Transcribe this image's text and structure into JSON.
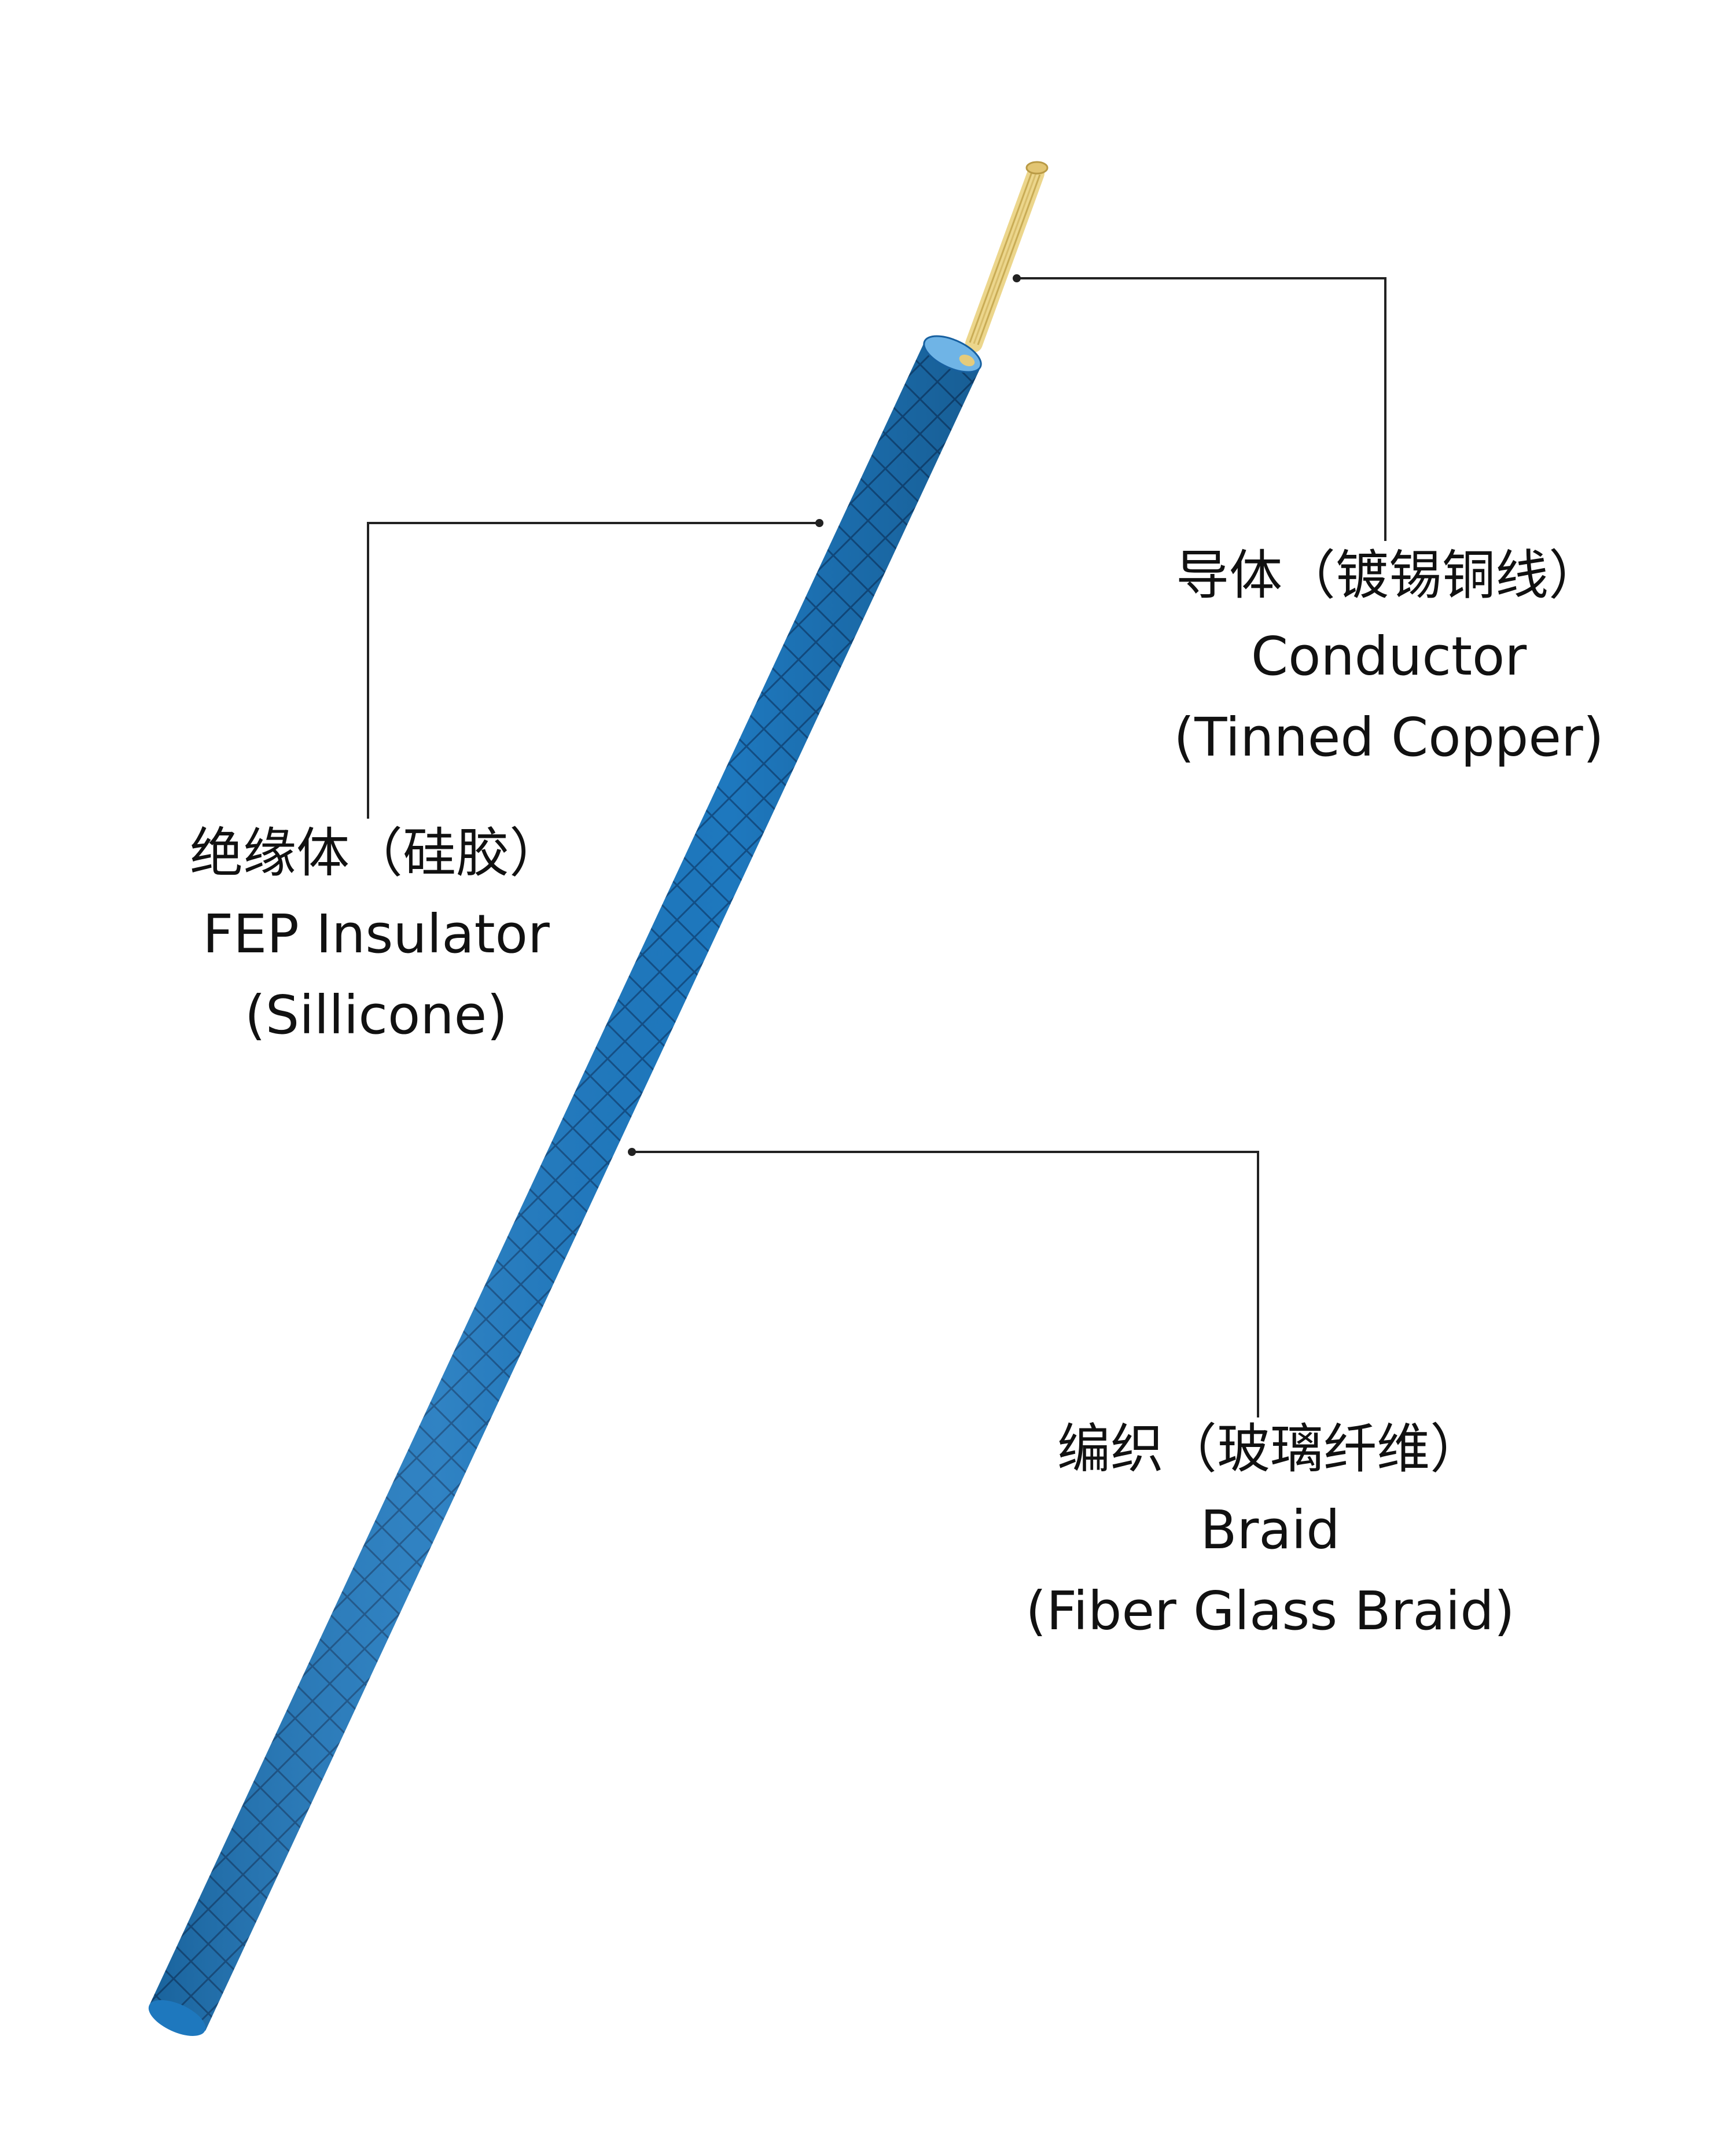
{
  "colors": {
    "jacket": "#1e78be",
    "jacket_edge": "#1760a0",
    "braid_pattern": "#0d3f72",
    "insulator_face": "#6fb4e6",
    "conductor": "#ecd68c",
    "conductor_strand": "#c9ac55",
    "leader_line": "#222222",
    "text": "#111111"
  },
  "labels": {
    "conductor": {
      "cn": "导体（镀锡铜线）",
      "en": "Conductor",
      "detail": "(Tinned Copper)"
    },
    "insulator": {
      "cn": "绝缘体（硅胶）",
      "en": "FEP Insulator",
      "detail": "(Sillicone)"
    },
    "braid": {
      "cn": "编织（玻璃纤维）",
      "en": "Braid",
      "detail": "(Fiber Glass Braid)"
    }
  }
}
